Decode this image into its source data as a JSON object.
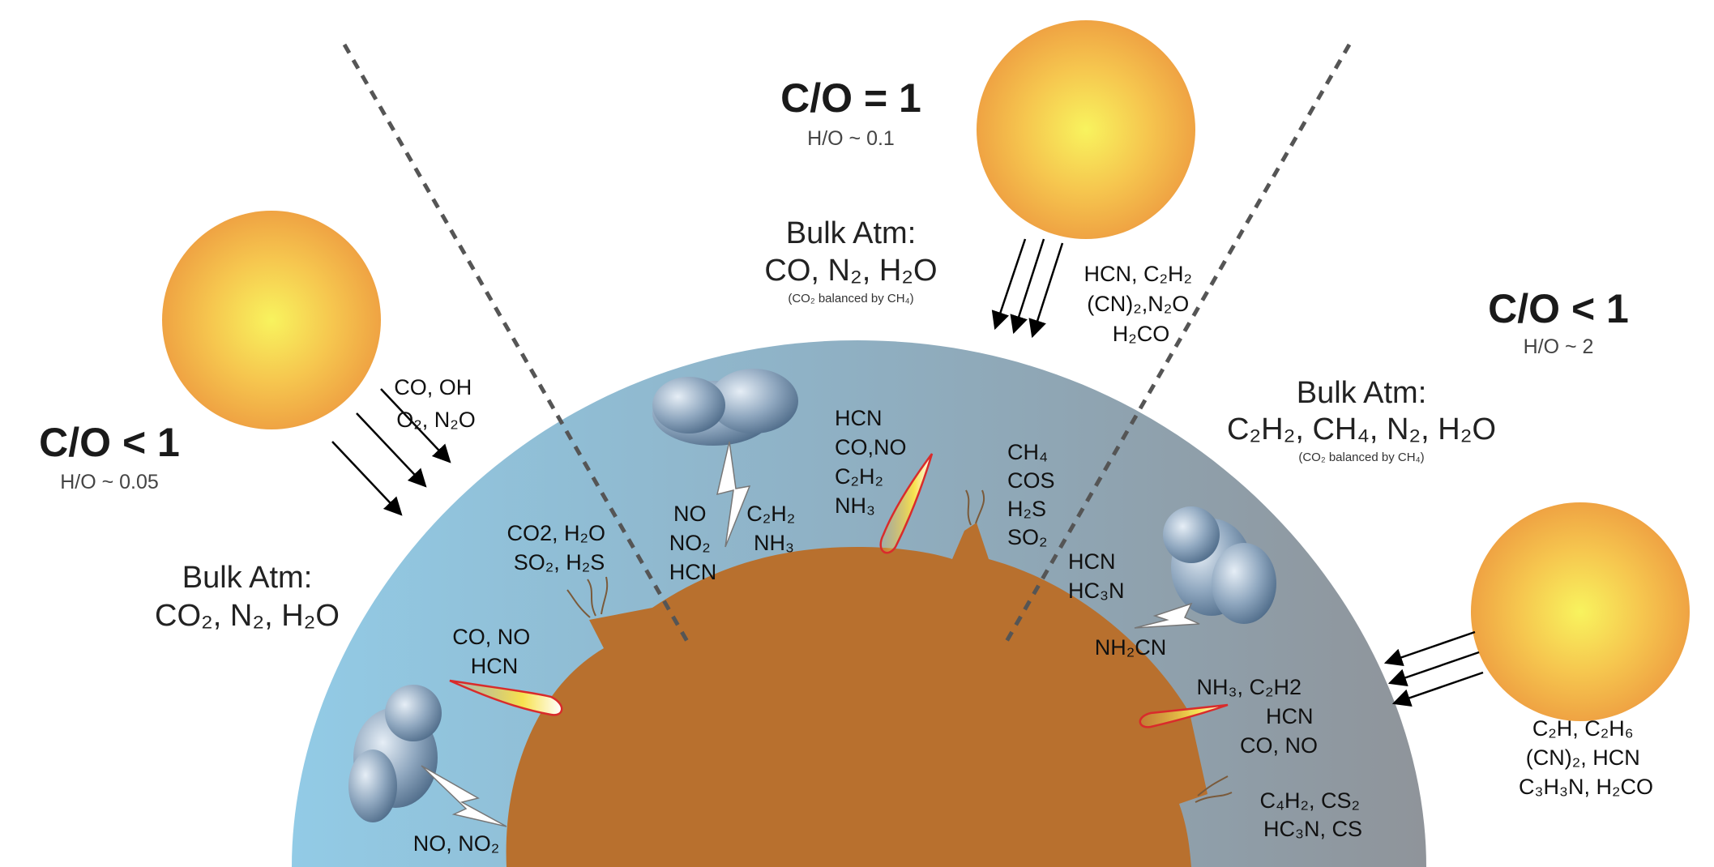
{
  "colors": {
    "atmosphere_left": "#8ec3dd",
    "atmosphere_right": "#8f959b",
    "planet": "#b8702e",
    "sun_core": "#f7ee60",
    "sun_edge": "#f0a445",
    "divider": "#555555"
  },
  "regions": {
    "left": {
      "ratio": "C/O < 1",
      "h_o": "H/O ~ 0.05",
      "bulk_title": "Bulk Atm:",
      "bulk_species": "CO₂, N₂, H₂O",
      "sun_products": [
        "CO, OH",
        "O₂, N₂O"
      ]
    },
    "center": {
      "ratio": "C/O = 1",
      "h_o": "H/O ~ 0.1",
      "bulk_title": "Bulk Atm:",
      "bulk_species": "CO, N₂, H₂O",
      "bulk_note": "(CO₂ balanced by CH₄)",
      "sun_products": [
        "HCN, C₂H₂",
        "(CN)₂,N₂O",
        "H₂CO"
      ]
    },
    "right": {
      "ratio": "C/O < 1",
      "h_o": "H/O ~ 2",
      "bulk_title": "Bulk Atm:",
      "bulk_species": "C₂H₂, CH₄, N₂, H₂O",
      "bulk_note": "(CO₂ balanced by CH₄)",
      "sun_products": [
        "C₂H, C₂H₆",
        "(CN)₂, HCN",
        "C₃H₃N, H₂CO"
      ]
    }
  },
  "processes": {
    "left_volcano": [
      "CO2, H₂O",
      "SO₂, H₂S"
    ],
    "left_impact": [
      "CO, NO",
      "HCN"
    ],
    "left_lightning": [
      "NO, NO₂"
    ],
    "center_lightning_a": [
      "NO",
      "NO₂",
      "HCN"
    ],
    "center_lightning_b": [
      "C₂H₂",
      "NH₃"
    ],
    "center_impact": [
      "HCN",
      "CO,NO",
      "C₂H₂",
      "NH₃"
    ],
    "center_volcano": [
      "CH₄",
      "COS",
      "H₂S",
      "SO₂"
    ],
    "right_lightning_a": [
      "HCN",
      "HC₃N"
    ],
    "right_lightning_b": [
      "NH₂CN"
    ],
    "right_impact": [
      "NH₃, C₂H2",
      "HCN",
      "CO, NO"
    ],
    "right_volcano": [
      "C₄H₂, CS₂",
      "HC₃N, CS"
    ]
  }
}
